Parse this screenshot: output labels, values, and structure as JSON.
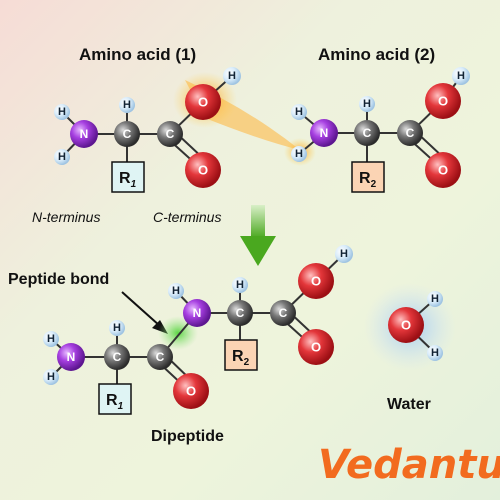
{
  "labels": {
    "amino_acid_1": "Amino acid (1)",
    "amino_acid_2": "Amino acid (2)",
    "n_terminus": "N-terminus",
    "c_terminus": "C-terminus",
    "peptide_bond": "Peptide bond",
    "dipeptide": "Dipeptide",
    "water": "Water",
    "brand": "Vedantu"
  },
  "atoms": {
    "H": "H",
    "N": "N",
    "C": "C",
    "O": "O"
  },
  "groups": {
    "r1_main": "R",
    "r1_sub": "1",
    "r2_main": "R",
    "r2_sub": "2"
  },
  "colors": {
    "nitrogen": "#8c2fc4",
    "carbon": "#555555",
    "oxygen": "#e02a2a",
    "hydrogen": "#cfe6f7",
    "r1_box": "#dff4f4",
    "r2_box": "#fbd4b4",
    "arrow": "#5bb52e",
    "brand": "#f26b1f"
  }
}
